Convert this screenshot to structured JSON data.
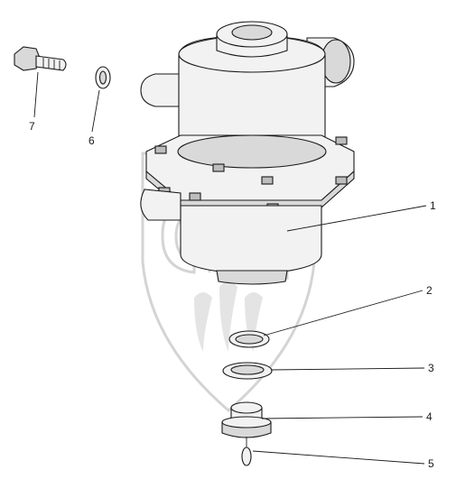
{
  "diagram": {
    "callouts": [
      {
        "id": "1",
        "label": "1"
      },
      {
        "id": "2",
        "label": "2"
      },
      {
        "id": "3",
        "label": "3"
      },
      {
        "id": "4",
        "label": "4"
      },
      {
        "id": "5",
        "label": "5"
      },
      {
        "id": "6",
        "label": "6"
      },
      {
        "id": "7",
        "label": "7"
      }
    ]
  },
  "colors": {
    "line": "#1a1a1a",
    "part_fill": "#f2f2f2",
    "shade": "#d9d9d9",
    "watermark": "#d0d0d0"
  }
}
